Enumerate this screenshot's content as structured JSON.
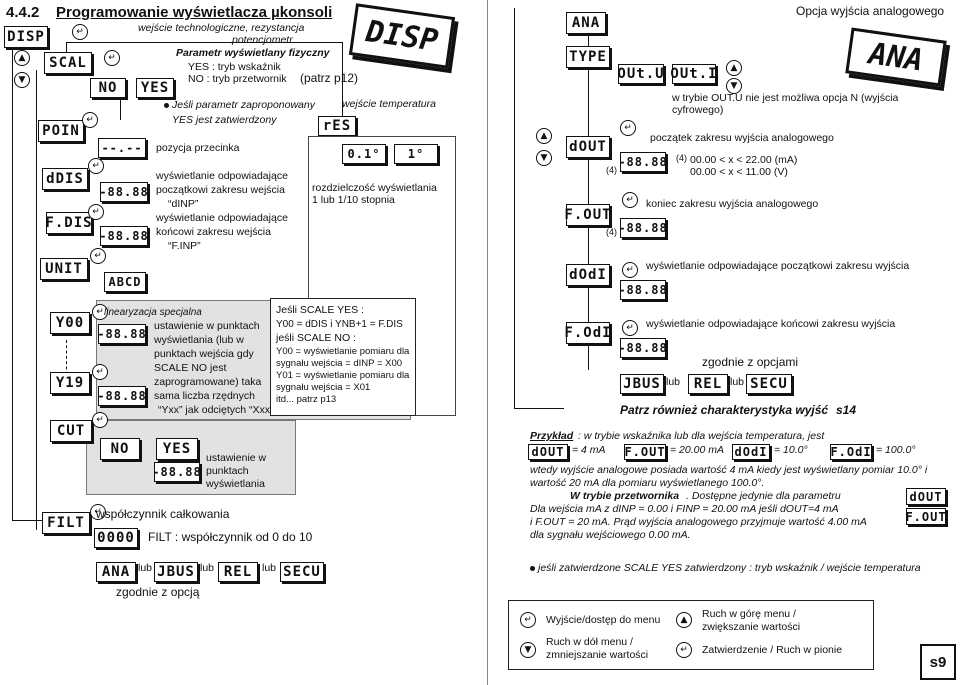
{
  "header": {
    "number": "4.4.2",
    "title": "Programowanie wyświetlacza µkonsoli",
    "right_title": "Opcja wyjścia analogowego"
  },
  "big_labels": {
    "disp": "DISP",
    "ana": "ANA"
  },
  "left_menu": {
    "disp": "DISP",
    "scal": "SCAL",
    "poin": "POIN",
    "ddis": "dDIS",
    "fdis": "F.DIS",
    "unit": "UNIT",
    "y00": "Y00",
    "y19": "Y19",
    "cut": "CUT",
    "filt": "FILT"
  },
  "displays": {
    "no": "NO",
    "yes": "YES",
    "res": "rES",
    "point": "--.--",
    "val1": "-88.88",
    "val2": "-88.88",
    "abcd": "ABCD",
    "val3": "-88.88",
    "val4": "-88.88",
    "no2": "NO",
    "yes2": "YES",
    "val5": "-88.88",
    "coef": "0000",
    "ana": "ANA",
    "jbus": "JBUS",
    "rel": "REL",
    "secu": "SECU",
    "res01": "0.1°",
    "res1": "1°"
  },
  "texts": {
    "input_tech": "wejście technologiczne, rezystancja",
    "input_pot": "potencjometr",
    "phys_param": "Parametr wyświetlany fizyczny",
    "yes_mode": "YES : tryb wskaźnik",
    "no_mode": "NO : tryb przetwornik",
    "patrz_p12": "(patrz p12)",
    "if_param": "Jeśli parametr zaproponowany",
    "yes_confirmed": "YES jest zatwierdzony",
    "temp_input": "wejście temperatura",
    "decimal": "pozycja przecinka",
    "ddis_1": "wyświetlanie odpowiadające",
    "ddis_2": "początkowi zakresu wejścia",
    "ddis_3": "“dINP”",
    "fdis_1": "wyświetlanie odpowiadające",
    "fdis_2": "końcowi zakresu wejścia",
    "fdis_3": "“F.INP”",
    "res_1": "rozdzielczość wyświetlania",
    "res_2": "1 lub 1/10  stopnia",
    "lin_title": "linearyzacja specjalna",
    "lin_1": "ustawienie w punktach",
    "lin_2": "wyświetlania (lub w",
    "lin_3": "punktach wejścia gdy",
    "lin_4": "SCALE NO jest",
    "lin_5": "zaprogramowane) taka",
    "lin_6": "sama liczba rzędnych",
    "lin_7": "“Yxx” jak odciętych “Xxx”",
    "sc_1": "Jeśli SCALE YES :",
    "sc_2": "Y00 = dDIS i YNB+1 = F.DIS",
    "sc_3": "jeśli SCALE NO :",
    "sc_4": "Y00 = wyświetlanie pomiaru dla",
    "sc_5": "sygnału wejścia = dINP = X00",
    "sc_6": "Y01 = wyświetlanie pomiaru dla",
    "sc_7": "sygnału wejścia  = X01",
    "sc_8": "itd... patrz p13",
    "cut_1": "ustawienie w",
    "cut_2": "punktach",
    "cut_3": "wyświetlania",
    "coef_title": "współczynnik całkowania",
    "filt_desc": "FILT : współczynnik od 0 do 10",
    "lub": "lub",
    "by_option": "zgodnie z opcją"
  },
  "right": {
    "menu": {
      "ana": "ANA",
      "type": "TYPE",
      "dout": "dOUT",
      "fout": "F.OUT",
      "dodl": "dOdI",
      "fodl": "F.OdI"
    },
    "outu": "OUt.U",
    "outi": "OUt.I",
    "note_1": "w trybie OUT.U nie jest   możliwa opcja N (wyjścia",
    "note_2": "cyfrowego)",
    "start_title": "początek zakresu wyjścia analogowego",
    "range_ma": "00.00 < x < 22.00 (mA)",
    "range_v": "00.00 < x < 11.00 (V)",
    "fn4": "(4)",
    "end_title": "koniec zakresu wyjścia analogowego",
    "dodl_desc": "wyświetlanie odpowiadające początkowi zakresu wyjścia",
    "fodl_desc": "wyświetlanie odpowiadające końcowi zakresu wyjścia",
    "by_options": "zgodnie z opcjami",
    "val_dout": "-88.88",
    "val_fout": "-88.88",
    "val_dodl": "-88.88",
    "val_fodl": "-88.88",
    "jbus": "JBUS",
    "rel": "REL",
    "secu": "SECU",
    "lub": "lub",
    "see_also": "Patrz również charakterystyka wyjść",
    "see_page": "s14"
  },
  "example": {
    "title": "Przykład",
    "title_rest": " : w trybie wskaźnika  lub dla wejścia temperatura, jest",
    "k1": "dOUT",
    "v1": "= 4 mA",
    "k2": "F.OUT",
    "v2": "= 20.00 mA",
    "k3": "dOdI",
    "v3": "= 10.0°",
    "k4": "F.OdI",
    "v4": "= 100.0°",
    "l2": "wtedy wyjście analogowe posiada wartość 4 mA kiedy jest wyświetlany pomiar  10.0° i",
    "l3": "wartość 20 mA dla pomiaru wyświetlanego 100.0°.",
    "l4_bold": "W trybie przetwornika",
    "l4_rest": ". Dostępne jedynie dla parametru",
    "l5": "Dla wejścia mA z dINP = 0.00 i FINP = 20.00 mA jeśli dOUT=4 mA",
    "l6": "i F.OUT = 20 mA. Prąd wyjścia analogowego przyjmuje wartość 4.00 mA",
    "l7": "dla sygnału wejściowego 0.00 mA.",
    "side1": "dOUT",
    "side2": "F.OUT",
    "scale_note": "jeśli zatwierdzone SCALE YES zatwierdzony : tryb wskaźnik / wejście temperatura"
  },
  "legend": {
    "access": "Wyjście/dostęp do menu",
    "up_1": "Ruch w górę menu /",
    "up_2": "zwiększanie wartości",
    "down_1": "Ruch w dół menu /",
    "down_2": "zmniejszanie wartości",
    "confirm": "Zatwierdzenie / Ruch w pionie"
  },
  "page_number": "s9"
}
